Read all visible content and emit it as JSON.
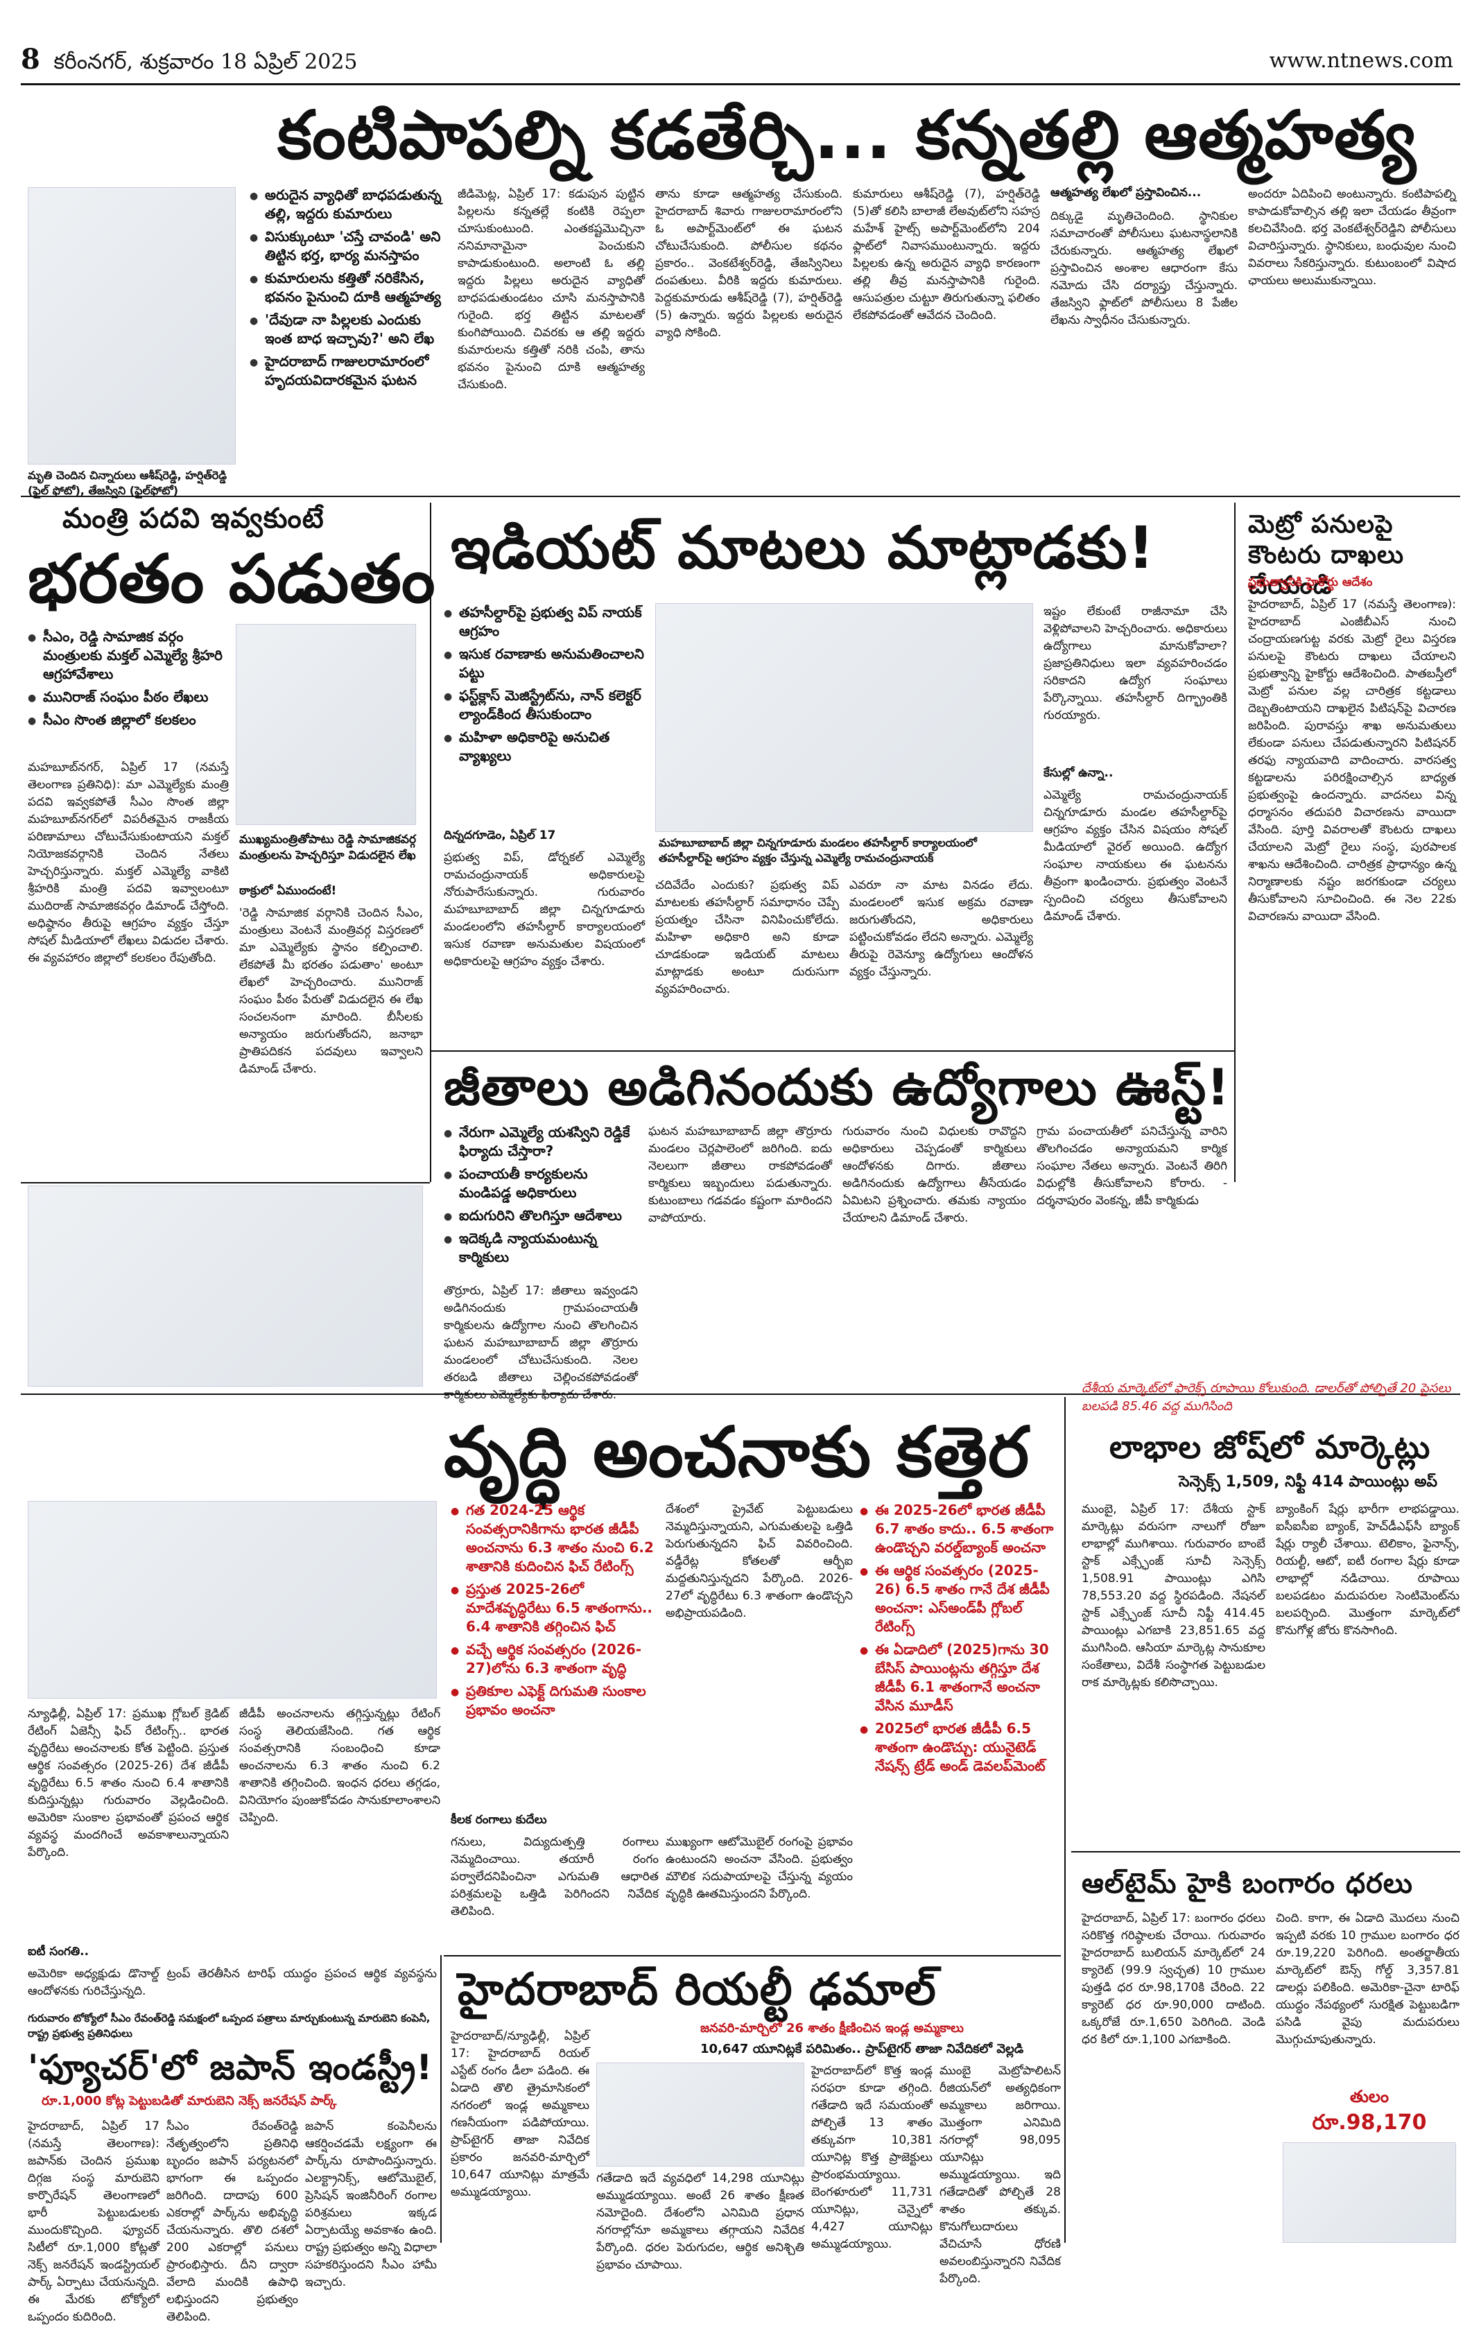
{
  "masthead": {
    "page_number": "8",
    "city_date": "కరీంనగర్, శుక్రవారం 18 ఏప్రిల్ 2025",
    "url": "www.ntnews.com"
  },
  "story1": {
    "headline": "కంటిపాపల్ని కడతేర్చి... కన్నతల్లి ఆత్మహత్య",
    "bullets": [
      "అరుదైన వ్యాధితో బాధపడుతున్న తల్లి, ఇద్దరు కుమారులు",
      "విసుక్కుంటూ 'చస్తే చావండి' అని తిట్టిన భర్త, భార్య మనస్తాపం",
      "కుమారులను కత్తితో నరికేసిన, భవనం పైనుంచి దూకి ఆత్మహత్య",
      "'దేవుడా నా పిల్లలకు ఎందుకు ఇంత బాధ ఇచ్చావు?' అని లేఖ",
      "హైదరాబాద్ గాజులరామారంలో హృదయవిదారకమైన ఘటన"
    ],
    "photo_caption": "మృతి చెందిన చిన్నారులు ఆశీష్‌రెడ్డి, హర్షిత్‌రెడ్డి (ఫైల్ ఫోటో), తేజస్విని (ఫైల్‌ఫోటో)",
    "subhead": "ఆత్మహత్య లేఖలో ప్రస్తావించిన...",
    "col1": "జీడిమెట్ల, ఏప్రిల్ 17: కడుపున పుట్టిన పిల్లలను కన్నతల్లే కంటికి రెప్పలా చూసుకుంటుంది. ఎంతకష్టమొచ్చినా ననిమానామైనా పెంచుకుని కాపాడుకుంటుంది. అలాంటి ఓ తల్లి ఇద్దరు పిల్లలు అరుదైన వ్యాధితో బాధపడుతుండటం చూసి మనస్తాపానికి గురైంది. భర్త తిట్టిన మాటలతో కుంగిపోయింది. చివరకు ఆ తల్లి ఇద్దరు కుమారులను కత్తితో నరికి చంపి, తాను భవనం పైనుంచి దూకి ఆత్మహత్య చేసుకుంది.",
    "col2": "తాను కూడా ఆత్మహత్య చేసుకుంది. హైదరాబాద్ శివారు గాజులరామారంలోని ఓ అపార్ట్‌మెంట్‌లో ఈ ఘటన చోటుచేసుకుంది. పోలీసుల కథనం ప్రకారం.. వెంకటేశ్వర్‌రెడ్డి, తేజస్వినిలు దంపతులు. వీరికి ఇద్దరు కుమారులు. పెద్దకుమారుడు ఆశీష్‌రెడ్డి (7), హర్షిత్‌రెడ్డి (5) ఉన్నారు. ఇద్దరు పిల్లలకు అరుదైన వ్యాధి సోకింది.",
    "col3": "కుమారులు ఆశీష్‌రెడ్డి (7), హర్షిత్‌రెడ్డి (5)తో కలిసి బాలాజీ లేఅవుట్‌లోని సహస్ర మహేశ్ హైట్స్ అపార్ట్‌మెంట్‌లోని 204 ఫ్లాట్‌లో నివాసముంటున్నారు. ఇద్దరు పిల్లలకు ఉన్న అరుదైన వ్యాధి కారణంగా తల్లి తీవ్ర మనస్తాపానికి గురైంది. ఆసుపత్రుల చుట్టూ తిరుగుతున్నా ఫలితం లేకపోవడంతో ఆవేదన చెందింది.",
    "col4": "దిక్కుడై మృతిచెందింది. స్థానికుల సమాచారంతో పోలీసులు ఘటనాస్థలానికి చేరుకున్నారు. ఆత్మహత్య లేఖలో ప్రస్తావించిన అంశాల ఆధారంగా కేసు నమోదు చేసి దర్యాప్తు చేస్తున్నారు. తేజస్విని ఫ్లాట్‌లో పోలీసులు 8 పేజీల లేఖను స్వాధీనం చేసుకున్నారు.",
    "col5": "అందరూ ఏదిపించి అంటున్నారు. కంటిపాపల్ని కాపాడుకోవాల్సిన తల్లి ఇలా చేయడం తీవ్రంగా కలచివేసింది. భర్త వెంకటేశ్వర్‌రెడ్డిని పోలీసులు విచారిస్తున్నారు. స్థానికులు, బంధువుల నుంచి వివరాలు సేకరిస్తున్నారు. కుటుంబంలో విషాద ఛాయలు అలుముకున్నాయి."
  },
  "story2": {
    "kicker": "మంత్రి పదవి ఇవ్వకుంటే",
    "headline": "భరతం పడుతం",
    "bullets": [
      "సీఎం, రెడ్డి సామాజిక వర్గం మంత్రులకు మక్తల్ ఎమ్మెల్యే శ్రీహరి ఆగ్రహావేశాలు",
      "మునిరాజ్ సంఘం పీఠం లేఖలు",
      "సీఎం సొంత జిల్లాలో కలకలం"
    ],
    "sidebar_head": "ముఖ్యమంత్రితోపాటు రెడ్డి సామాజికవర్గ మంత్రులను హెచ్చరిస్తూ విడుదలైన లేఖ",
    "sidebar_sub": "ఠాక్రులో ఏముందంటే!",
    "col1": "మహబూబ్‌నగర్, ఏప్రిల్ 17 (నమస్తే తెలంగాణ ప్రతినిధి): మా ఎమ్మెల్యేకు మంత్రి పదవి ఇవ్వకపోతే సీఎం సొంత జిల్లా మహబూబ్‌నగర్‌లో విపరీతమైన రాజకీయ పరిణామాలు చోటుచేసుకుంటాయని మక్తల్ నియోజకవర్గానికి చెందిన నేతలు హెచ్చరిస్తున్నారు. మక్తల్ ఎమ్మెల్యే వాకిటి శ్రీహరికి మంత్రి పదవి ఇవ్వాలంటూ ముదిరాజ్ సామాజికవర్గం డిమాండ్ చేస్తోంది. అధిష్ఠానం తీరుపై ఆగ్రహం వ్యక్తం చేస్తూ సోషల్ మీడియాలో లేఖలు విడుదల చేశారు. ఈ వ్యవహారం జిల్లాలో కలకలం రేపుతోంది.",
    "col2": "'రెడ్డి సామాజిక వర్గానికి చెందిన సీఎం, మంత్రులు వెంటనే మంత్రివర్గ విస్తరణలో మా ఎమ్మెల్యేకు స్థానం కల్పించాలి. లేకపోతే మీ భరతం పడుతాం' అంటూ లేఖలో హెచ్చరించారు. మునిరాజ్ సంఘం పీఠం పేరుతో విడుదలైన ఈ లేఖ సంచలనంగా మారింది. బీసీలకు అన్యాయం జరుగుతోందని, జనాభా ప్రాతిపదికన పదవులు ఇవ్వాలని డిమాండ్ చేశారు."
  },
  "story3": {
    "headline": "ఇడియట్ మాటలు మాట్లాడకు!",
    "bullets": [
      "తహసీల్దార్‌పై ప్రభుత్వ విప్ నాయక్ ఆగ్రహం",
      "ఇసుక రవాణాకు అనుమతించాలని పట్టు",
      "ఫస్ట్‌క్లాస్ మెజిస్ట్రేట్‌ను, నాన్ కలెక్టర్ ల్యాండ్‌కింద తీసుకుందాం",
      "మహిళా అధికారిపై అనుచిత వ్యాఖ్యలు"
    ],
    "dateline": "దిన్నదగూడెం, ఏప్రిల్ 17",
    "col1": "ప్రభుత్వ విప్, డోర్నకల్ ఎమ్మెల్యే రామచంద్రునాయక్ అధికారులపై నోరుపారేసుకున్నారు. గురువారం మహబూబాబాద్ జిల్లా చిన్నగూడూరు మండలంలోని తహసీల్దార్ కార్యాలయంలో ఇసుక రవాణా అనుమతుల విషయంలో అధికారులపై ఆగ్రహం వ్యక్తం చేశారు.",
    "col2": "మహబూబాబాద్ జిల్లా చిన్నగూడూరు మండలం తహసీల్దార్ కార్యాలయంలో తహసీల్దార్‌పై ఆగ్రహం వ్యక్తం చేస్తున్న ఎమ్మెల్యే రామచంద్రునాయక్",
    "col3": "చదివేదేం ఎందుకు? ప్రభుత్వ విప్ మాటలకు తహసీల్దార్ సమాధానం చెప్పే ప్రయత్నం చేసినా వినిపించుకోలేదు. మహిళా అధికారి అని కూడా చూడకుండా ఇడియట్ మాటలు మాట్లాడకు అంటూ దురుసుగా వ్యవహరించారు.",
    "col4": "ఎవరూ నా మాట వినడం లేదు. మండలంలో ఇసుక అక్రమ రవాణా జరుగుతోందని, అధికారులు పట్టించుకోవడం లేదని అన్నారు. ఎమ్మెల్యే తీరుపై రెవెన్యూ ఉద్యోగులు ఆందోళన వ్యక్తం చేస్తున్నారు.",
    "col5": "ఇష్టం లేకుంటే రాజీనామా చేసి వెళ్లిపోవాలని హెచ్చరించారు. అధికారులు ఉద్యోగాలు మానుకోవాలా? ప్రజాప్రతినిధులు ఇలా వ్యవహరించడం సరికాదని ఉద్యోగ సంఘాలు పేర్కొన్నాయి. తహసీల్దార్ దిగ్భ్రాంతికి గురయ్యారు.",
    "sub": "కేసుల్లో ఉన్నా..",
    "col6": "ఎమ్మెల్యే రామచంద్రునాయక్ చిన్నగూడూరు మండల తహసీల్దార్‌పై ఆగ్రహం వ్యక్తం చేసిన విషయం సోషల్ మీడియాలో వైరల్ అయింది. ఉద్యోగ సంఘాల నాయకులు ఈ ఘటనను తీవ్రంగా ఖండించారు. ప్రభుత్వం వెంటనే స్పందించి చర్యలు తీసుకోవాలని డిమాండ్ చేశారు."
  },
  "story4": {
    "headline": "మెట్రో పనులపై కౌంటరు దాఖలు చేయండి",
    "sub": "ప్రభుత్వానికి హైకోర్టు ఆదేశం",
    "body": "హైదరాబాద్, ఏప్రిల్ 17 (నమస్తే తెలంగాణ): హైదరాబాద్ ఎంజీబీఎస్ నుంచి చంద్రాయణగుట్ట వరకు మెట్రో రైలు విస్తరణ పనులపై కౌంటరు దాఖలు చేయాలని ప్రభుత్వాన్ని హైకోర్టు ఆదేశించింది. పాతబస్తీలో మెట్రో పనుల వల్ల చారిత్రక కట్టడాలు దెబ్బతింటాయని దాఖలైన పిటిషన్‌పై విచారణ జరిపింది. పురావస్తు శాఖ అనుమతులు లేకుండా పనులు చేపడుతున్నారని పిటిషనర్ తరఫు న్యాయవాది వాదించారు. వారసత్వ కట్టడాలను పరిరక్షించాల్సిన బాధ్యత ప్రభుత్వంపై ఉందన్నారు. వాదనలు విన్న ధర్మాసనం తదుపరి విచారణను వాయిదా వేసింది. పూర్తి వివరాలతో కౌంటరు దాఖలు చేయాలని మెట్రో రైలు సంస్థ, పురపాలక శాఖను ఆదేశించింది. చారిత్రక ప్రాధాన్యం ఉన్న నిర్మాణాలకు నష్టం జరగకుండా చర్యలు తీసుకోవాలని సూచించింది. ఈ నెల 22కు విచారణను వాయిదా వేసింది."
  },
  "story5": {
    "headline": "జీతాలు అడిగినందుకు ఉద్యోగాలు ఊస్ట్!",
    "bullets": [
      "నేరుగా ఎమ్మెల్యే యశస్విని రెడ్డికే ఫిర్యాదు చేస్తారా?",
      "పంచాయతీ కార్యకులను మండిపడ్డ అధికారులు",
      "ఐదుగురిని తొలగిస్తూ ఆదేశాలు",
      "ఇదెక్కడి న్యాయమంటున్న కార్మికులు"
    ],
    "col1": "తొర్రూరు, ఏప్రిల్ 17: జీతాలు ఇవ్వండని అడిగినందుకు గ్రామపంచాయతీ కార్మికులను ఉద్యోగాల నుంచి తొలగించిన ఘటన మహబూబాబాద్ జిల్లా తొర్రూరు మండలంలో చోటుచేసుకుంది. నెలల తరబడి జీతాలు చెల్లించకపోవడంతో కార్మికులు ఎమ్మెల్యేకు ఫిర్యాదు చేశారు.",
    "col2": "ఘటన మహబూబాబాద్ జిల్లా తొర్రూరు మండలం చెర్లపాలెంలో జరిగింది. ఐదు నెలలుగా జీతాలు రాకపోవడంతో కార్మికులు ఇబ్బందులు పడుతున్నారు. కుటుంబాలు గడవడం కష్టంగా మారిందని వాపోయారు.",
    "col3": "గురువారం నుంచి విధులకు రావొద్దని అధికారులు చెప్పడంతో కార్మికులు ఆందోళనకు దిగారు. జీతాలు అడిగినందుకు ఉద్యోగాలు తీసేయడం ఏమిటని ప్రశ్నించారు. తమకు న్యాయం చేయాలని డిమాండ్ చేశారు.",
    "col4": "గ్రామ పంచాయతీలో పనిచేస్తున్న వారిని తొలగించడం అన్యాయమని కార్మిక సంఘాల నేతలు అన్నారు. వెంటనే తిరిగి విధుల్లోకి తీసుకోవాలని కోరారు. - దర్శనాపురం వెంకన్న, జీపీ కార్మికుడు"
  },
  "story6": {
    "headline": "వృద్ధి అంచనాకు కత్తెర",
    "bullets_left": [
      "గత 2024-25 ఆర్థిక సంవత్సరానికిగాను భారత జీడీపీ అంచనాను 6.3 శాతం నుంచి 6.2 శాతానికి కుదించిన ఫిచ్ రేటింగ్స్",
      "ప్రస్తుత 2025-26లో మాదేశవృద్ధిరేటు 6.5 శాతంగాను.. 6.4 శాతానికి తగ్గించిన ఫిచ్",
      "వచ్చే ఆర్థిక సంవత్సరం (2026-27)లోను 6.3 శాతంగా వృద్ధి",
      "ప్రతికూల ఎఫెక్ట్ దిగుమతి సుంకాల ప్రభావం అంచనా"
    ],
    "bullets_right": [
      "ఈ 2025-26లో భారత జీడీపీ 6.7 శాతం కాదు.. 6.5 శాతంగా ఉండొచ్చని వరల్డ్‌బ్యాంక్ అంచనా",
      "ఈ ఆర్థిక సంవత్సరం (2025-26) 6.5 శాతం గానే దేశ జీడీపీ అంచనా: ఎస్‌అండ్‌పీ గ్లోబల్ రేటింగ్స్",
      "ఈ ఏడాదిలో (2025)గాను 30 బేసిస్ పాయింట్లను తగ్గిస్తూ దేశ జీడీపీ 6.1 శాతంగానే అంచనా వేసిన మూడీస్",
      "2025లో భారత జీడీపీ 6.5 శాతంగా ఉండొచ్చు: యునైటెడ్ నేషన్స్ ట్రేడ్ అండ్ డెవలప్‌మెంట్"
    ],
    "col1": "న్యూఢిల్లీ, ఏప్రిల్ 17: ప్రముఖ గ్లోబల్ క్రెడిట్ రేటింగ్ ఏజెన్సీ ఫిచ్ రేటింగ్స్.. భారత వృద్ధిరేటు అంచనాలకు కోత పెట్టింది. ప్రస్తుత ఆర్థిక సంవత్సరం (2025-26) దేశ జీడీపీ వృద్ధిరేటు 6.5 శాతం నుంచి 6.4 శాతానికి కుదిస్తున్నట్లు గురువారం వెల్లడించింది. అమెరికా సుంకాల ప్రభావంతో ప్రపంచ ఆర్థిక వ్యవస్థ మందగించే అవకాశాలున్నాయని పేర్కొంది.",
    "col2": "జీడీపీ అంచనాలను తగ్గిస్తున్నట్లు రేటింగ్ సంస్థ తెలియజేసింది. గత ఆర్థిక సంవత్సరానికి సంబంధించి కూడా అంచనాలను 6.3 శాతం నుంచి 6.2 శాతానికి తగ్గించింది. ఇంధన ధరలు తగ్గడం, వినియోగం పుంజుకోవడం సానుకూలాంశాలని చెప్పింది.",
    "col3": "దేశంలో ప్రైవేట్ పెట్టుబడులు నెమ్మదిస్తున్నాయని, ఎగుమతులపై ఒత్తిడి పెరుగుతున్నదని ఫిచ్ వివరించింది. వడ్డీరేట్ల కోతలతో ఆర్బీఐ మద్దతునిస్తున్నదని పేర్కొంది. 2026-27లో వృద్ధిరేటు 6.3 శాతంగా ఉండొచ్చని అభిప్రాయపడింది.",
    "sub": "కీలక రంగాలు కుదేలు",
    "col4": "గనులు, విద్యుదుత్పత్తి రంగాలు నెమ్మదించాయి. తయారీ రంగం పర్వాలేదనిపించినా ఎగుమతి ఆధారిత పరిశ్రమలపై ఒత్తిడి పెరిగిందని నివేదిక తెలిపింది.",
    "col5": "ముఖ్యంగా ఆటోమొబైల్ రంగంపై ప్రభావం ఉంటుందని అంచనా వేసింది. ప్రభుత్వం మౌలిక సదుపాయాలపై చేస్తున్న వ్యయం వృద్ధికి ఊతమిస్తుందని పేర్కొంది.",
    "label1": "ఐటీ సంగతి..",
    "footer_col": "అమెరికా అధ్యక్షుడు డొనాల్డ్ ట్రంప్ తెరతీసిన టారిఫ్ యుద్ధం ప్రపంచ ఆర్థిక వ్యవస్థను ఆందోళనకు గురిచేస్తున్నది."
  },
  "story7": {
    "banner": "దేశీయ మార్కెట్‌లో ఫారెక్స్ రూపాయి కోలుకుంది. డాలర్‌తో పోల్చితే 20 పైసలు బలపడి 85.46 వద్ద ముగిసింది",
    "headline": "లాభాల జోష్‌లో మార్కెట్లు",
    "sub": "సెన్సెక్స్ 1,509, నిఫ్టీ 414 పాయింట్లు అప్",
    "col1": "ముంబై, ఏప్రిల్ 17: దేశీయ స్టాక్ మార్కెట్లు వరుసగా నాలుగో రోజూ లాభాల్లో ముగిశాయి. గురువారం బాంబే స్టాక్ ఎక్స్ఛేంజ్ సూచీ సెన్సెక్స్ 1,508.91 పాయింట్లు ఎగిసి 78,553.20 వద్ద స్థిరపడింది. నేషనల్ స్టాక్ ఎక్స్ఛేంజ్ సూచీ నిఫ్టీ 414.45 పాయింట్లు ఎగబాకి 23,851.65 వద్ద ముగిసింది. ఆసియా మార్కెట్ల సానుకూల సంకేతాలు, విదేశీ సంస్థాగత పెట్టుబడుల రాక మార్కెట్లకు కలిసొచ్చాయి.",
    "col2": "బ్యాంకింగ్ షేర్లు భారీగా లాభపడ్డాయి. ఐసీఐసీఐ బ్యాంక్, హెచ్‌డీఎఫ్‌సీ బ్యాంక్ షేర్లు ర్యాలీ చేశాయి. టెలికాం, ఫైనాన్స్, రియల్టీ, ఆటో, ఐటీ రంగాల షేర్లు కూడా లాభాల్లో నడిచాయి. రూపాయి బలపడటం మదుపరుల సెంటిమెంట్‌ను బలపర్చింది. మొత్తంగా మార్కెట్‌లో కొనుగోళ్ల జోరు కొనసాగింది."
  },
  "story8": {
    "headline": "హైదరాబాద్ రియల్టీ ఢమాల్",
    "sub1": "జనవరి-మార్చిలో 26 శాతం క్షీణించిన ఇండ్ల అమ్మకాలు",
    "sub2": "10,647 యూనిట్లకే పరిమితం.. ప్రాప్‌టైగర్ తాజా నివేదికలో వెల్లడి",
    "col1": "హైదరాబాద్/న్యూఢిల్లీ, ఏప్రిల్ 17: హైదరాబాద్ రియల్ ఎస్టేట్ రంగం డీలా పడింది. ఈ ఏడాది తొలి త్రైమాసికంలో నగరంలో ఇండ్ల అమ్మకాలు గణనీయంగా పడిపోయాయి. ప్రాప్‌టైగర్ తాజా నివేదిక ప్రకారం జనవరి-మార్చిలో 10,647 యూనిట్లు మాత్రమే అమ్ముడయ్యాయి.",
    "col2": "గతేడాది ఇదే వ్యవధిలో 14,298 యూనిట్లు అమ్ముడయ్యాయి. అంటే 26 శాతం క్షీణత నమోదైంది. దేశంలోని ఎనిమిది ప్రధాన నగరాల్లోనూ అమ్మకాలు తగ్గాయని నివేదిక పేర్కొంది. ధరల పెరుగుదల, ఆర్థిక అనిశ్చితి ప్రభావం చూపాయి.",
    "col3": "హైదరాబాద్‌లో కొత్త ఇండ్ల సరఫరా కూడా తగ్గింది. గతేడాది ఇదే సమయంతో పోల్చితే 13 శాతం తక్కువగా 10,381 యూనిట్ల కొత్త ప్రాజెక్టులు ప్రారంభమయ్యాయి. బెంగళూరులో 11,731 యూనిట్లు, చెన్నైలో 4,427 యూనిట్లు అమ్ముడయ్యాయి.",
    "col4": "ముంబై మెట్రోపాలిటన్ రీజియన్‌లో అత్యధికంగా అమ్మకాలు జరిగాయి. మొత్తంగా ఎనిమిది నగరాల్లో 98,095 యూనిట్లు అమ్ముడయ్యాయి. ఇది గతేడాదితో పోల్చితే 28 శాతం తక్కువ. కొనుగోలుదారులు వేచిచూసే ధోరణి అవలంబిస్తున్నారని నివేదిక పేర్కొంది."
  },
  "story9": {
    "photo_caption": "గురువారం టోక్యోలో సీఎం రేవంత్‌రెడ్డి సమక్షంలో ఒప్పంద పత్రాలు మార్చుకుంటున్న మారుబెని కంపెనీ, రాష్ట్ర ప్రభుత్వ ప్రతినిధులు",
    "headline": "'ఫ్యూచర్'లో జపాన్ ఇండస్ట్రీ!",
    "sub": "రూ.1,000 కోట్ల పెట్టుబడితో మారుబెని నెక్స్ జనరేషన్ పార్క్",
    "col1": "హైదరాబాద్, ఏప్రిల్ 17 (నమస్తే తెలంగాణ): జపాన్‌కు చెందిన ప్రముఖ దిగ్గజ సంస్థ మారుబెని కార్పొరేషన్ తెలంగాణలో భారీ పెట్టుబడులకు ముందుకొచ్చింది. ఫ్యూచర్ సిటీలో రూ.1,000 కోట్లతో నెక్స్ జనరేషన్ ఇండస్ట్రియల్ పార్క్ ఏర్పాటు చేయనున్నది. ఈ మేరకు టోక్యోలో ఒప్పందం కుదిరింది.",
    "col2": "సీఎం రేవంత్‌రెడ్డి నేతృత్వంలోని ప్రతినిధి బృందం జపాన్ పర్యటనలో భాగంగా ఈ ఒప్పందం జరిగింది. దాదాపు 600 ఎకరాల్లో పార్క్‌ను అభివృద్ధి చేయనున్నారు. తొలి దశలో 200 ఎకరాల్లో పనులు ప్రారంభిస్తారు. దీని ద్వారా వేలాది మందికి ఉపాధి లభిస్తుందని ప్రభుత్వం తెలిపింది.",
    "col3": "జపాన్ కంపెనీలను ఆకర్షించడమే లక్ష్యంగా ఈ పార్క్‌ను రూపొందిస్తున్నారు. ఎలక్ట్రానిక్స్, ఆటోమొబైల్, ప్రెసిషన్ ఇంజినీరింగ్ రంగాల పరిశ్రమలు ఇక్కడ ఏర్పాటయ్యే అవకాశం ఉంది. రాష్ట్ర ప్రభుత్వం అన్ని విధాలా సహకరిస్తుందని సీఎం హామీ ఇచ్చారు."
  },
  "story10": {
    "headline": "ఆల్‌టైమ్ హైకి బంగారం ధరలు",
    "col1": "హైదరాబాద్, ఏప్రిల్ 17: బంగారం ధరలు సరికొత్త గరిష్ఠాలకు చేరాయి. గురువారం హైదరాబాద్ బులియన్ మార్కెట్‌లో 24 క్యారెట్ (99.9 స్వచ్ఛత) 10 గ్రాముల పుత్తడి ధర రూ.98,170కి చేరింది. 22 క్యారెట్ ధర రూ.90,000 దాటింది. ఒక్కరోజే రూ.1,650 పెరిగింది. వెండి ధర కిలో రూ.1,100 ఎగబాకింది.",
    "col2": "చింది. కాగా, ఈ ఏడాది మొదలు నుంచి ఇప్పటి వరకు 10 గ్రాముల బంగారం ధర రూ.19,220 పెరిగింది. అంతర్జాతీయ మార్కెట్‌లో ఔన్స్ గోల్డ్ 3,357.81 డాలర్లు పలికింది. అమెరికా-చైనా టారిఫ్ యుద్ధం నేపథ్యంలో సురక్షిత పెట్టుబడిగా పసిడి వైపు మదుపరులు మొగ్గుచూపుతున్నారు.",
    "price_label": "తులం",
    "price_value": "రూ.98,170"
  }
}
